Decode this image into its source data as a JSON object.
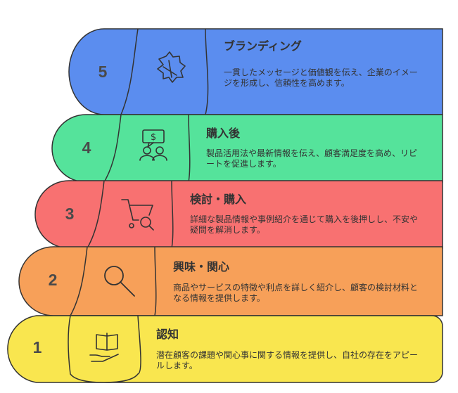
{
  "stages": [
    {
      "number": "5",
      "title": "ブランディング",
      "description": "一貫したメッセージと価値観を伝え、企業のイメージを形成し、信頼性を高めます。",
      "icon": "megaphone-icon",
      "color": "#5b8def"
    },
    {
      "number": "4",
      "title": "購入後",
      "description": "製品活用法や最新情報を伝え、顧客満足度を高め、リピートを促進します。",
      "icon": "customer-support-icon",
      "color": "#55e39b"
    },
    {
      "number": "3",
      "title": "検討・購入",
      "description": "詳細な製品情報や事例紹介を通じて購入を後押しし、不安や疑問を解消します。",
      "icon": "shopping-cart-search-icon",
      "color": "#f87171"
    },
    {
      "number": "2",
      "title": "興味・関心",
      "description": "商品やサービスの特徴や利点を詳しく紹介し、顧客の検討材料となる情報を提供します。",
      "icon": "magnifier-icon",
      "color": "#f7a059"
    },
    {
      "number": "1",
      "title": "認知",
      "description": "潜在顧客の課題や関心事に関する情報を提供し、自社の存在をアピールします。",
      "icon": "book-hand-icon",
      "color": "#f9e64f"
    }
  ]
}
